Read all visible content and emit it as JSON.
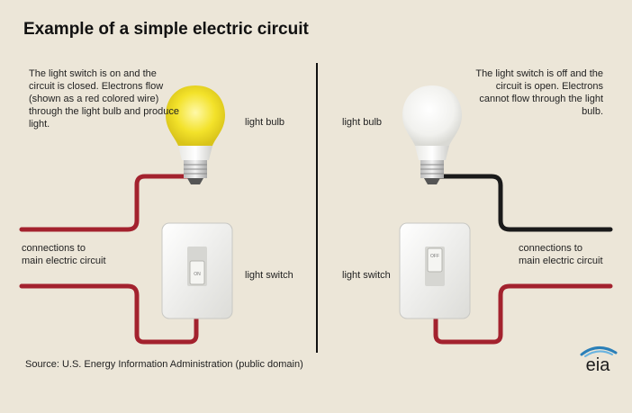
{
  "title": "Example of a simple electric circuit",
  "left_panel": {
    "description": "The light switch is on and the circuit is closed. Electrons flow (shown as a red colored wire) through the light bulb and produce light.",
    "bulb_label": "light bulb",
    "switch_label": "light switch",
    "connections_label_line1": "connections to",
    "connections_label_line2": "main electric circuit",
    "bulb_state": "on",
    "switch_state": "on",
    "wire_color": "#a3222e"
  },
  "right_panel": {
    "description": "The light switch is off and the circuit is open. Electrons cannot flow through the light bulb.",
    "bulb_label": "light bulb",
    "switch_label": "light switch",
    "connections_label_line1": "connections to",
    "connections_label_line2": "main electric circuit",
    "bulb_state": "off",
    "switch_state": "off",
    "wire_color_live": "#a3222e",
    "wire_color_dead": "#1a1a1a"
  },
  "source": "Source: U.S. Energy Information Administration (public domain)",
  "logo": {
    "text": "eia",
    "arc_color": "#2a7fb8"
  },
  "colors": {
    "background": "#ece6d8",
    "bulb_on": "#f3e22a",
    "bulb_off": "#f7f7f4"
  }
}
